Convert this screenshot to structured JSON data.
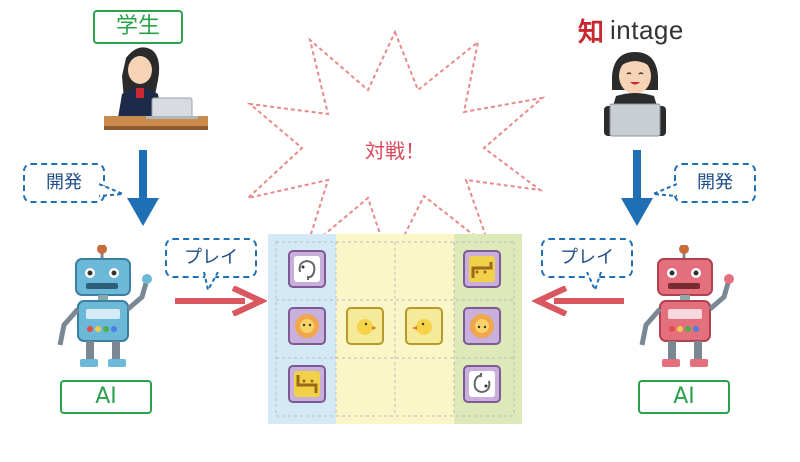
{
  "left": {
    "label": "学生",
    "dev_bubble": "開発",
    "play_bubble": "プレイ",
    "ai_label": "AI"
  },
  "right": {
    "logo_mark": "知",
    "logo_text": "intage",
    "dev_bubble": "開発",
    "play_bubble": "プレイ",
    "ai_label": "AI"
  },
  "center": {
    "vs_text": "対戦！"
  },
  "board": {
    "rows": [
      [
        "elephant",
        "",
        "",
        "giraffe"
      ],
      [
        "lion",
        "chick",
        "chick",
        "lion"
      ],
      [
        "giraffe",
        "",
        "",
        "elephant"
      ]
    ]
  },
  "colors": {
    "green": "#2aa24a",
    "blue": "#1f6fb5",
    "red_arrow": "#d9575f",
    "burst": "#e98a8a"
  }
}
